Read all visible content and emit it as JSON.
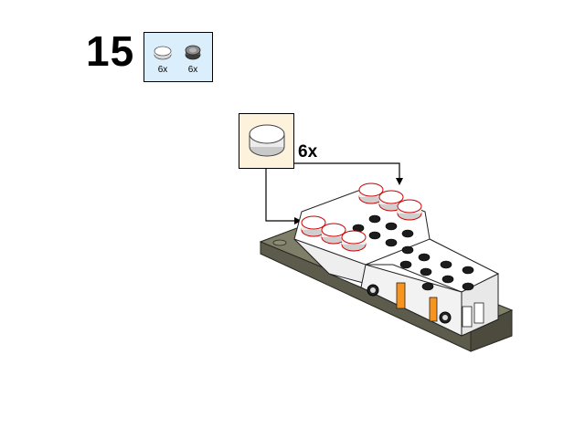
{
  "step": {
    "number": "15"
  },
  "parts_list": {
    "items": [
      {
        "icon": "white-round-tile-icon",
        "qty": "6x",
        "color": "#ffffff"
      },
      {
        "icon": "dark-grey-round-tile-icon",
        "qty": "6x",
        "color": "#6b6b6b"
      }
    ]
  },
  "callout": {
    "icon": "white-round-tile-icon",
    "qty": "6x"
  },
  "colors": {
    "white_brick": "#ffffff",
    "base_plate": "#6b6a58",
    "base_plate_dark": "#4c4b3e",
    "orange_accent": "#f7941d",
    "parts_bg": "#dbeefc",
    "callout_bg": "#fdf3dc"
  }
}
